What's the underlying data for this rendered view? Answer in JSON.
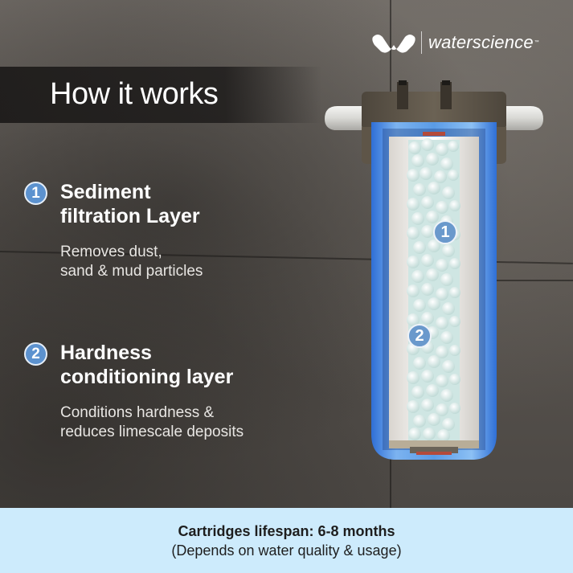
{
  "brand": {
    "name": "waterscience",
    "trademark": "™",
    "logo_icon": "w-wave-logo-icon"
  },
  "header": {
    "title": "How it works"
  },
  "features": [
    {
      "number": "1",
      "title_line1": "Sediment",
      "title_line2": "filtration Layer",
      "desc_line1": "Removes dust,",
      "desc_line2": "sand & mud particles"
    },
    {
      "number": "2",
      "title_line1": "Hardness",
      "title_line2": "conditioning layer",
      "desc_line1": "Conditions hardness &",
      "desc_line2": "reduces limescale deposits"
    }
  ],
  "diagram": {
    "callouts": [
      "1",
      "2"
    ],
    "housing_color": "#5a9be6",
    "cap_color": "#5e5548",
    "media_color": "#dff0ee"
  },
  "footer": {
    "line1": "Cartridges lifespan: 6-8 months",
    "line2": "(Depends on water quality & usage)",
    "background": "#cdebfc"
  }
}
